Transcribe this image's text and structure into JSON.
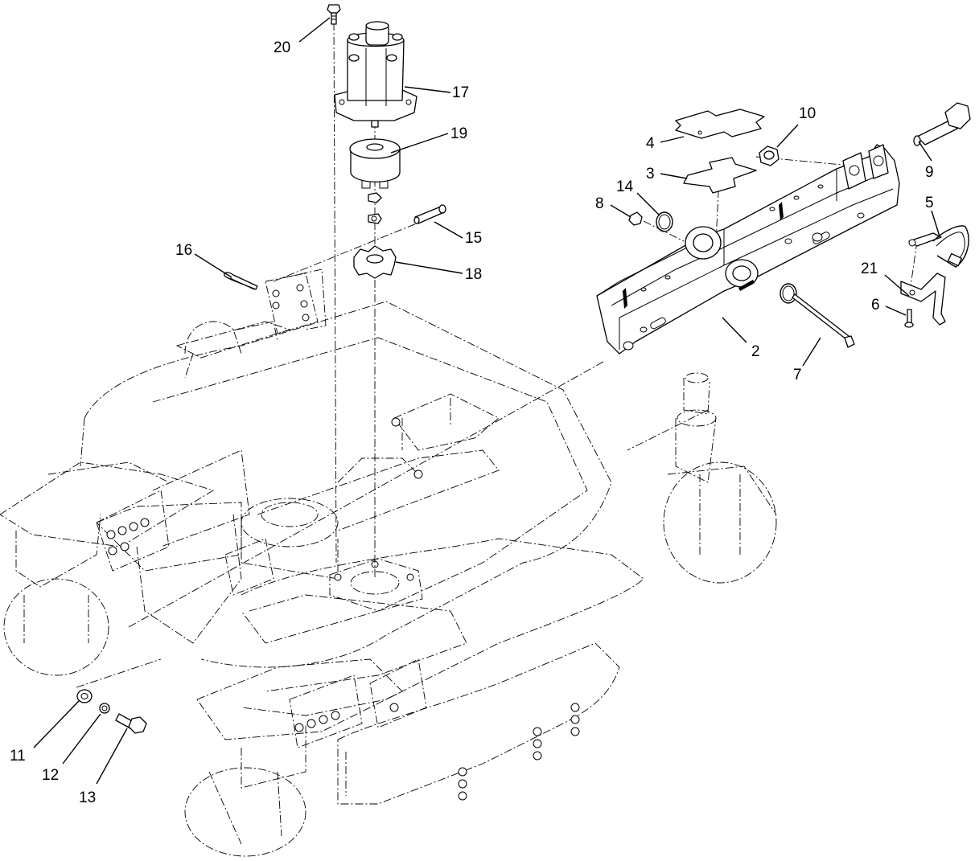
{
  "callouts": [
    {
      "id": "c2",
      "label": "2"
    },
    {
      "id": "c3",
      "label": "3"
    },
    {
      "id": "c4",
      "label": "4"
    },
    {
      "id": "c5",
      "label": "5"
    },
    {
      "id": "c6",
      "label": "6"
    },
    {
      "id": "c7",
      "label": "7"
    },
    {
      "id": "c8",
      "label": "8"
    },
    {
      "id": "c9",
      "label": "9"
    },
    {
      "id": "c10",
      "label": "10"
    },
    {
      "id": "c11",
      "label": "11"
    },
    {
      "id": "c12",
      "label": "12"
    },
    {
      "id": "c13",
      "label": "13"
    },
    {
      "id": "c14",
      "label": "14"
    },
    {
      "id": "c15",
      "label": "15"
    },
    {
      "id": "c16",
      "label": "16"
    },
    {
      "id": "c17",
      "label": "17"
    },
    {
      "id": "c18",
      "label": "18"
    },
    {
      "id": "c19",
      "label": "19"
    },
    {
      "id": "c20",
      "label": "20"
    },
    {
      "id": "c21",
      "label": "21"
    }
  ]
}
